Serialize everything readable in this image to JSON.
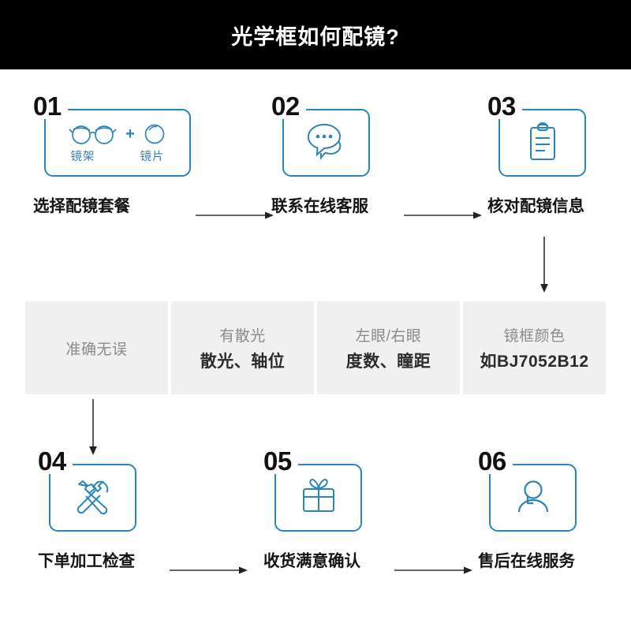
{
  "header": {
    "title": "光学框如何配镜?",
    "background": "#000000",
    "text_color": "#ffffff"
  },
  "theme": {
    "accent_blue": "#2a86b8",
    "accent_blue_light": "#4aa8d8",
    "gray_box_bg": "#f0f0f1",
    "gray_text": "#8a8a8e",
    "dark_text": "#141414",
    "arrow_color": "#333333"
  },
  "steps": [
    {
      "number": "01",
      "icon": "glasses-frame-and-lens-icon",
      "caption": "选择配镜套餐",
      "sub_labels": [
        "镜架",
        "镜片"
      ],
      "plus": "+"
    },
    {
      "number": "02",
      "icon": "chat-bubble-icon",
      "caption": "联系在线客服"
    },
    {
      "number": "03",
      "icon": "clipboard-icon",
      "caption": "核对配镜信息"
    },
    {
      "number": "04",
      "icon": "hammer-wrench-icon",
      "caption": "下单加工检查"
    },
    {
      "number": "05",
      "icon": "gift-box-icon",
      "caption": "收货满意确认"
    },
    {
      "number": "06",
      "icon": "user-person-icon",
      "caption": "售后在线服务"
    }
  ],
  "info_boxes": [
    {
      "top": "",
      "bottom": "",
      "single": "准确无误"
    },
    {
      "top": "有散光",
      "bottom": "散光、轴位",
      "single": ""
    },
    {
      "top": "左眼/右眼",
      "bottom": "度数、瞳距",
      "single": ""
    },
    {
      "top": "镜框颜色",
      "bottom": "如BJ7052B12",
      "single": ""
    }
  ],
  "arrows": [
    {
      "name": "arrow-step1-to-step2",
      "direction": "right"
    },
    {
      "name": "arrow-step2-to-step3",
      "direction": "right"
    },
    {
      "name": "arrow-step3-to-info4",
      "direction": "down"
    },
    {
      "name": "arrow-info1-to-step4",
      "direction": "down"
    },
    {
      "name": "arrow-step4-to-step5",
      "direction": "right"
    },
    {
      "name": "arrow-step5-to-step6",
      "direction": "right"
    }
  ]
}
